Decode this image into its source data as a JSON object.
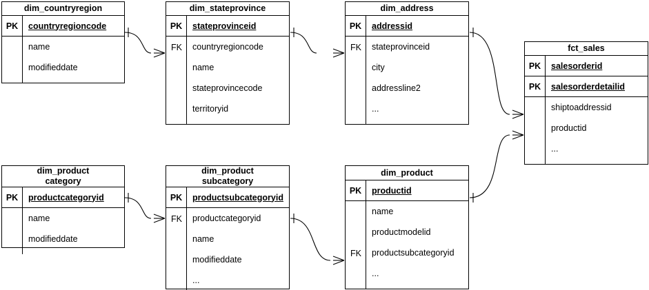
{
  "diagram": {
    "kind": "entity-relationship-diagram",
    "notation": "crows-foot",
    "background_color": "#ffffff",
    "line_color": "#000000",
    "text_color": "#000000"
  },
  "entities": [
    {
      "id": "dim_countryregion",
      "title": "dim_countryregion",
      "keys": [
        {
          "tag": "PK",
          "name": "countryregioncode"
        }
      ],
      "fk_tag": "",
      "fields": [
        "name",
        "modifieddate"
      ]
    },
    {
      "id": "dim_stateprovince",
      "title": "dim_stateprovince",
      "keys": [
        {
          "tag": "PK",
          "name": "stateprovinceid"
        }
      ],
      "fk_tag": "FK",
      "fields": [
        "countryregioncode",
        "name",
        "stateprovincecode",
        "territoryid"
      ]
    },
    {
      "id": "dim_address",
      "title": "dim_address",
      "keys": [
        {
          "tag": "PK",
          "name": "addressid"
        }
      ],
      "fk_tag": "FK",
      "fields": [
        "stateprovinceid",
        "city",
        "addressline2",
        "..."
      ]
    },
    {
      "id": "fct_sales",
      "title": "fct_sales",
      "keys": [
        {
          "tag": "PK",
          "name": "salesorderid"
        },
        {
          "tag": "PK",
          "name": "salesorderdetailid"
        }
      ],
      "fk_tag": "",
      "fields": [
        "shiptoaddressid",
        "productid",
        "..."
      ]
    },
    {
      "id": "dim_productcategory",
      "title": "dim_product\ncategory",
      "keys": [
        {
          "tag": "PK",
          "name": "productcategoryid"
        }
      ],
      "fk_tag": "",
      "fields": [
        "name",
        "modifieddate"
      ]
    },
    {
      "id": "dim_productsubcategory",
      "title": "dim_product\nsubcategory",
      "keys": [
        {
          "tag": "PK",
          "name": "productsubcategoryid"
        }
      ],
      "fk_tag": "FK",
      "fields": [
        "productcategoryid",
        "name",
        "modifieddate",
        "..."
      ]
    },
    {
      "id": "dim_product",
      "title": "dim_product",
      "keys": [
        {
          "tag": "PK",
          "name": "productid"
        }
      ],
      "fk_tag": "FK",
      "fields": [
        "name",
        "productmodelid",
        "productsubcategoryid",
        "..."
      ]
    }
  ],
  "relationships": [
    {
      "from": "dim_countryregion.countryregioncode",
      "to": "dim_stateprovince.countryregioncode",
      "from_cardinality": "one",
      "to_cardinality": "many"
    },
    {
      "from": "dim_stateprovince.stateprovinceid",
      "to": "dim_address.stateprovinceid",
      "from_cardinality": "one",
      "to_cardinality": "many"
    },
    {
      "from": "dim_address.addressid",
      "to": "fct_sales.shiptoaddressid",
      "from_cardinality": "one",
      "to_cardinality": "many"
    },
    {
      "from": "dim_product.productid",
      "to": "fct_sales.productid",
      "from_cardinality": "one",
      "to_cardinality": "many"
    },
    {
      "from": "dim_productcategory.productcategoryid",
      "to": "dim_productsubcategory.productcategoryid",
      "from_cardinality": "one",
      "to_cardinality": "many"
    },
    {
      "from": "dim_productsubcategory.productcategoryid",
      "to": "dim_product.productsubcategoryid",
      "from_cardinality": "one",
      "to_cardinality": "many"
    }
  ]
}
